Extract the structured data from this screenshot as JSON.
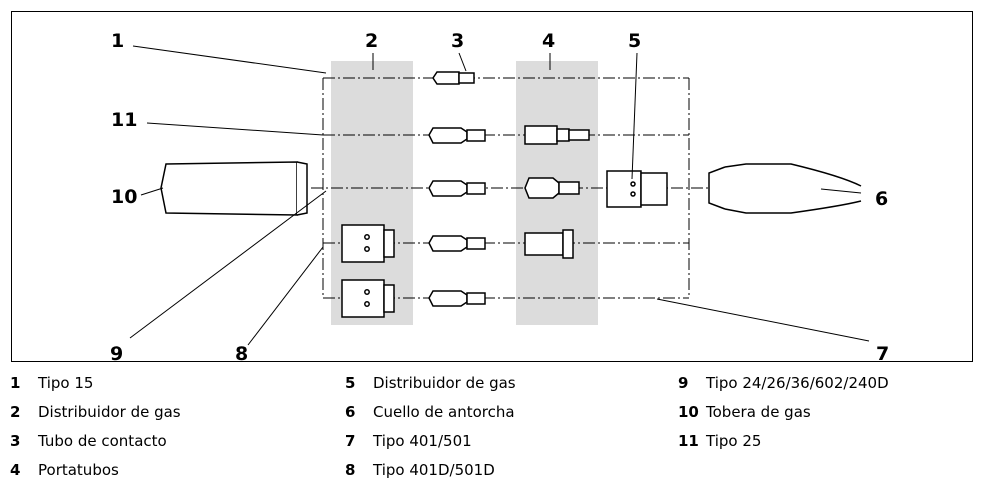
{
  "callouts": {
    "c1": "1",
    "c2": "2",
    "c3": "3",
    "c4": "4",
    "c5": "5",
    "c6": "6",
    "c7": "7",
    "c8": "8",
    "c9": "9",
    "c10": "10",
    "c11": "11"
  },
  "legend": [
    {
      "num": "1",
      "text": "Tipo 15"
    },
    {
      "num": "2",
      "text": "Distribuidor de gas"
    },
    {
      "num": "3",
      "text": "Tubo de contacto"
    },
    {
      "num": "4",
      "text": "Portatubos"
    },
    {
      "num": "5",
      "text": "Distribuidor de gas"
    },
    {
      "num": "6",
      "text": "Cuello de antorcha"
    },
    {
      "num": "7",
      "text": "Tipo 401/501"
    },
    {
      "num": "8",
      "text": "Tipo 401D/501D"
    },
    {
      "num": "9",
      "text": "Tipo 24/26/36/602/240D"
    },
    {
      "num": "10",
      "text": "Tobera de gas"
    },
    {
      "num": "11",
      "text": "Tipo 25"
    }
  ],
  "colors": {
    "band": "#dcdcdc",
    "line": "#000000"
  }
}
